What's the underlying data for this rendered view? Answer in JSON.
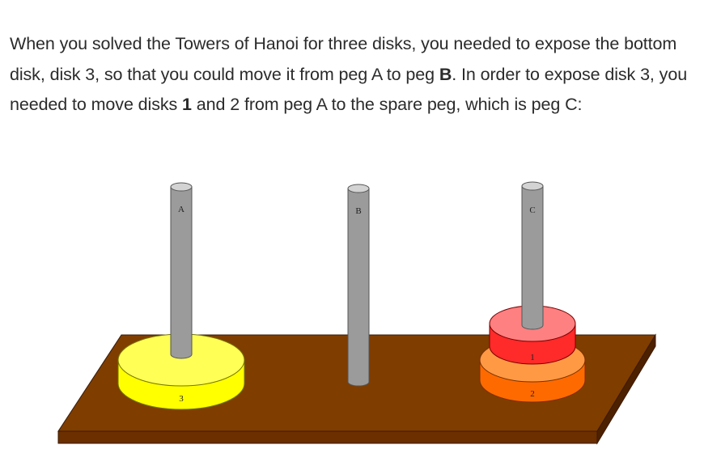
{
  "intro": {
    "part1": "When you solved the Towers of Hanoi for three disks, you needed to expose the bottom disk, disk 3, so that you could move it from peg A to peg ",
    "bold1": "B",
    "part2": ". In order to expose disk 3, you needed to move disks ",
    "bold2": "1",
    "part3": " and 2 from peg A to the spare peg, which is peg C:"
  },
  "diagram": {
    "pegs": [
      {
        "label": "A"
      },
      {
        "label": "B"
      },
      {
        "label": "C"
      }
    ],
    "disks": [
      {
        "label": "3",
        "peg": "A",
        "top_color": "#ffff55",
        "side_color": "#ffff00"
      },
      {
        "label": "2",
        "peg": "C",
        "top_color": "#ff9944",
        "side_color": "#ff6a00"
      },
      {
        "label": "1",
        "peg": "C",
        "top_color": "#ff8080",
        "side_color": "#ff2a2a"
      }
    ],
    "colors": {
      "board_top": "#7f3d00",
      "board_front": "#6b2f00",
      "peg_body": "#9b9b9b",
      "peg_top": "#d3d3d3"
    }
  }
}
